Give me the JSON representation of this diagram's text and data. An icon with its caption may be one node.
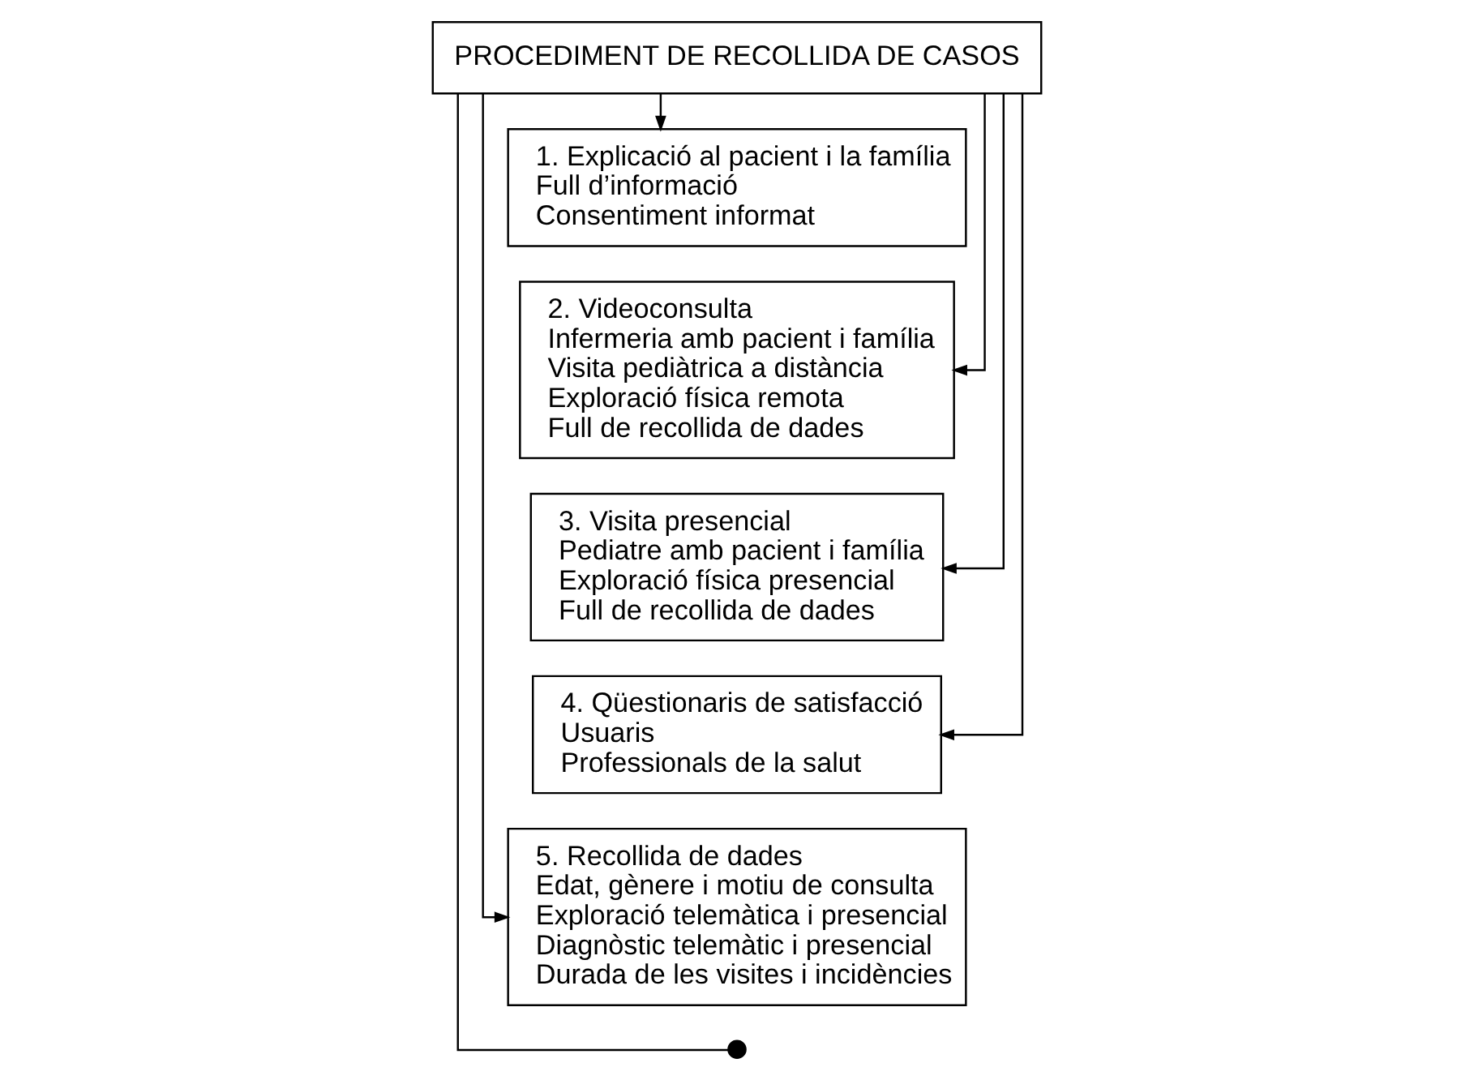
{
  "diagram": {
    "nodes": [
      {
        "text": [
          "PROCEDIMENT DE RECOLLIDA DE CASOS"
        ]
      },
      {
        "text": [
          "1. Explicació al pacient i la família",
          "Full d’informació",
          "Consentiment informat"
        ]
      },
      {
        "text": [
          "2. Videoconsulta",
          "Infermeria amb pacient i família",
          "Visita pediàtrica a distància",
          "Exploració física remota",
          "Full de recollida de dades"
        ]
      },
      {
        "text": [
          "3. Visita presencial",
          "Pediatre amb pacient i família",
          "Exploració física presencial",
          "Full de recollida de dades"
        ]
      },
      {
        "text": [
          "4. Qüestionaris de satisfacció",
          "Usuaris",
          "Professionals de la salut"
        ]
      },
      {
        "text": [
          "5. Recollida de dades",
          "Edat, gènere i motiu de consulta",
          "Exploració telemàtica i presencial",
          "Diagnòstic telemàtic i presencial",
          "Durada de les visites i incidències"
        ]
      },
      {
        "text": [],
        "shape": "circle"
      }
    ],
    "edges": [
      {
        "from": 0,
        "to": 1,
        "arrow": "to"
      },
      {
        "from": 0,
        "to": 2,
        "arrow": "to"
      },
      {
        "from": 0,
        "to": 3,
        "arrow": "to"
      },
      {
        "from": 0,
        "to": 4,
        "arrow": "to"
      },
      {
        "from": 0,
        "to": 5,
        "arrow": "to"
      },
      {
        "from": 0,
        "to": 6,
        "arrow": "none"
      }
    ]
  }
}
